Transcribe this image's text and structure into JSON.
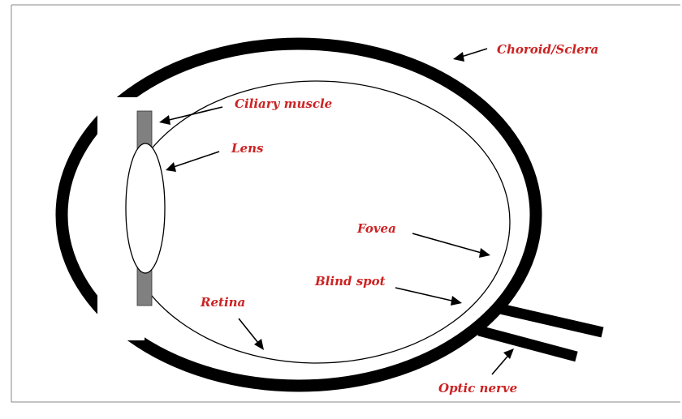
{
  "diagram": {
    "labels": {
      "choroid_sclera": "Choroid/Sclera",
      "ciliary_muscle": "Ciliary muscle",
      "lens": "Lens",
      "fovea": "Fovea",
      "blind_spot": "Blind spot",
      "retina": "Retina",
      "optic_nerve": "Optic nerve"
    },
    "colors": {
      "label_text": "#cc2222",
      "outline": "#000000",
      "ciliary_muscle_fill": "#808080",
      "background": "#ffffff"
    }
  }
}
